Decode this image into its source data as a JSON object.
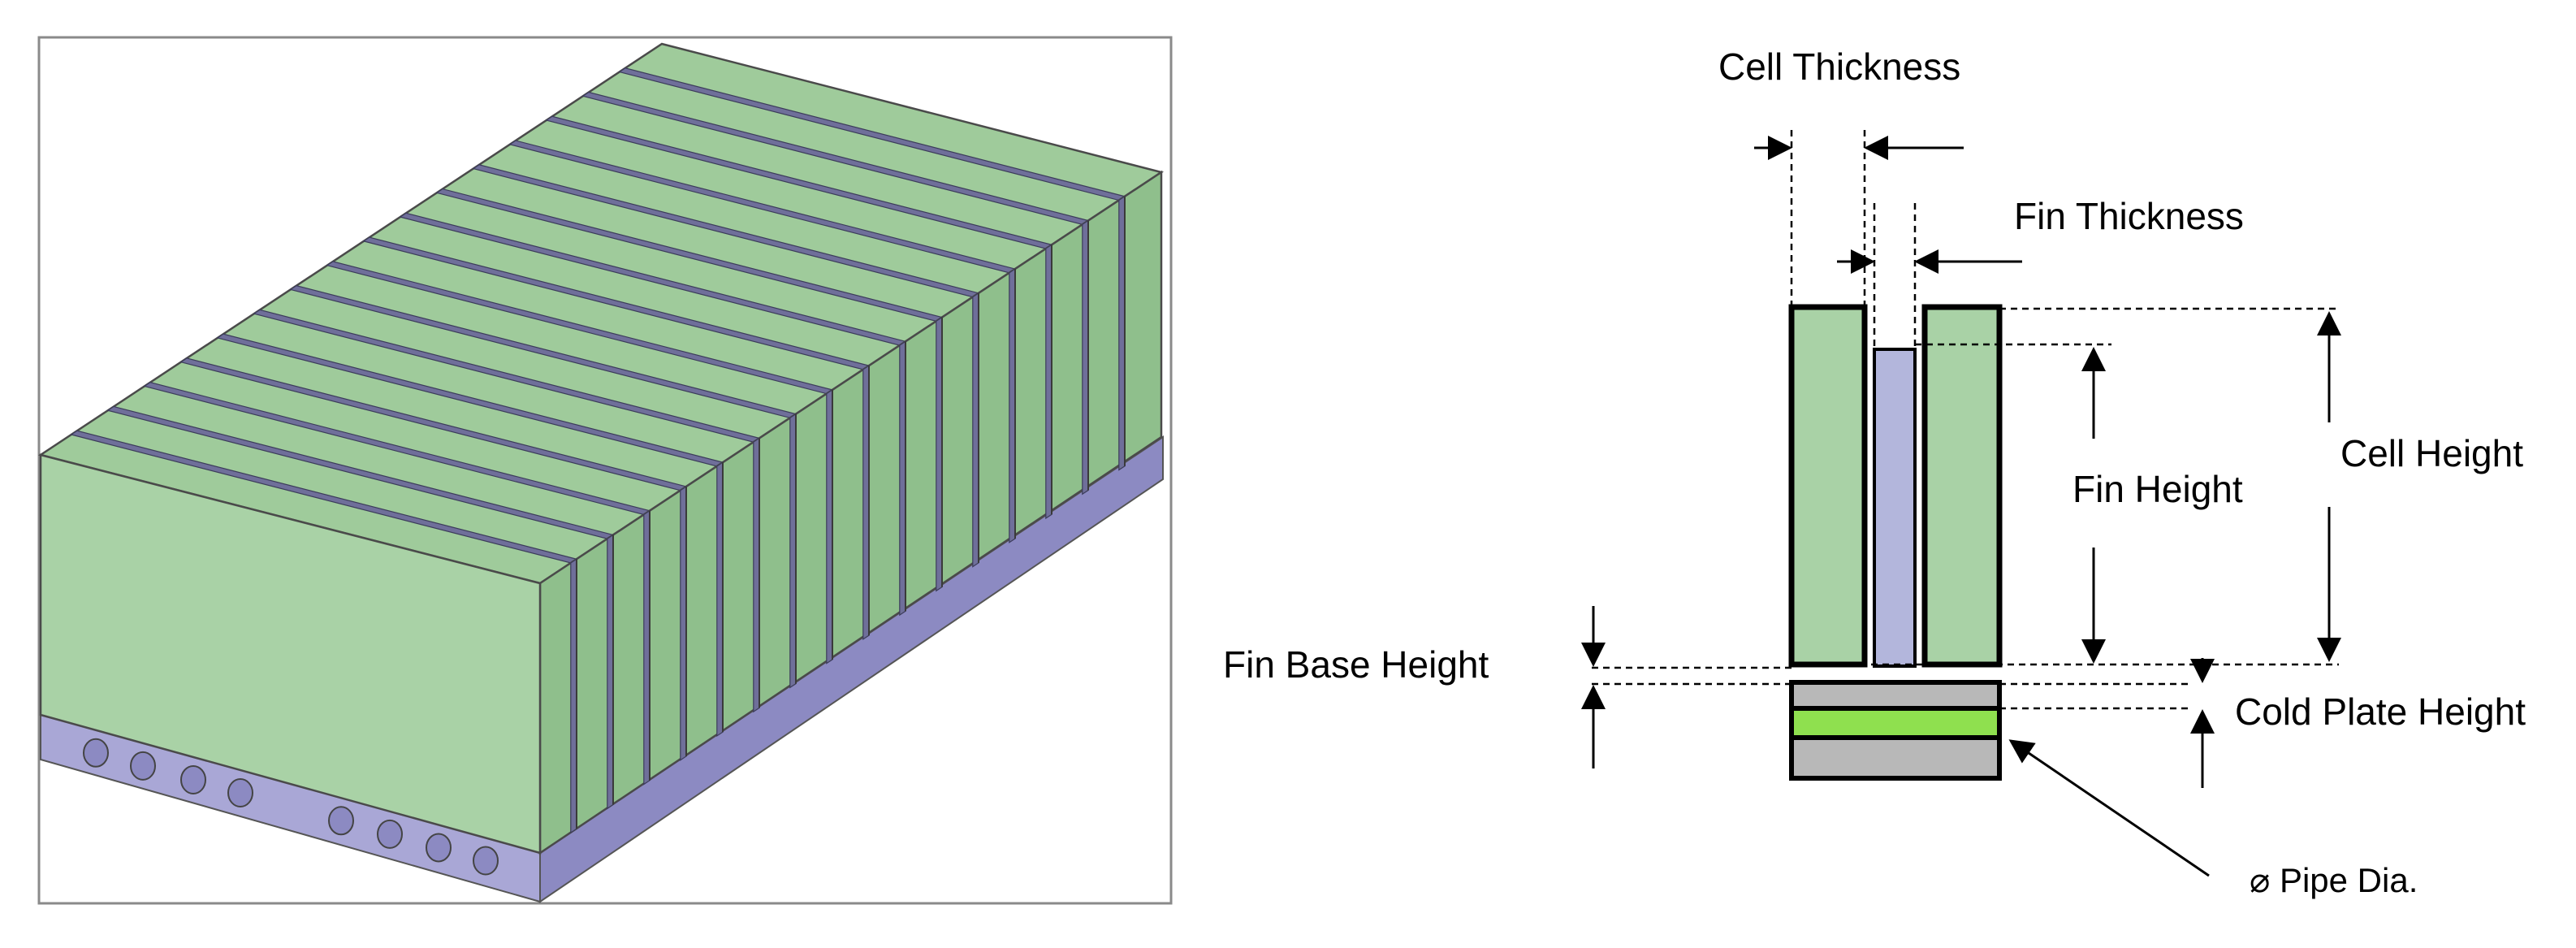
{
  "labels": {
    "cell_thickness": "Cell Thickness",
    "fin_thickness": "Fin Thickness",
    "cell_height": "Cell Height",
    "fin_height": "Fin Height",
    "fin_base_height": "Fin Base Height",
    "cold_plate_height": "Cold Plate Height",
    "pipe_dia": "⌀ Pipe Dia."
  },
  "colors": {
    "fin_green": "#a9d2a6",
    "fin_green_top": "#9fcb9b",
    "fin_green_side": "#8fbf8c",
    "fin_lavender": "#b3b6dc",
    "base_purple": "#a9a7d6",
    "base_purple_dark": "#8c8ac2",
    "groove": "#6f6f9a",
    "cold_plate_gray": "#b8b8b8",
    "pipe_green": "#8fe04f",
    "outline": "#000000"
  },
  "heat_sink": {
    "fin_count": 17,
    "visible_pipe_holes": 8
  }
}
